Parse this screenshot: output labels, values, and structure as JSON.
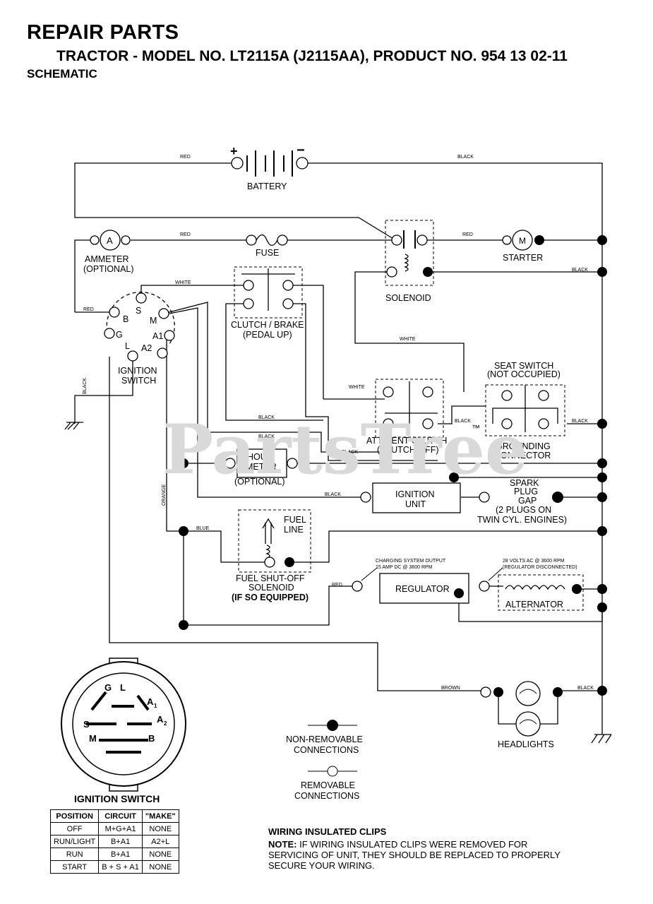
{
  "header": {
    "title": "REPAIR PARTS",
    "subtitle": "TRACTOR - MODEL NO. LT2115A (J2115AA), PRODUCT NO. 954 13 02-11",
    "section": "SCHEMATIC"
  },
  "watermark": "PartsTree",
  "watermark_tm": "™",
  "labels": {
    "battery": "BATTERY",
    "battery_plus": "+",
    "battery_minus": "−",
    "ammeter_1": "AMMETER",
    "ammeter_2": "(OPTIONAL)",
    "ammeter_symbol": "A",
    "fuse": "FUSE",
    "starter": "STARTER",
    "starter_symbol": "M",
    "solenoid": "SOLENOID",
    "ignition_switch_1": "IGNITION",
    "ignition_switch_2": "SWITCH",
    "clutch_1": "CLUTCH / BRAKE",
    "clutch_2": "(PEDAL UP)",
    "seat_1": "SEAT SWITCH",
    "seat_2": "(NOT OCCUPIED)",
    "grounding_1": "GROUNDING",
    "grounding_2": "CONNECTOR",
    "attment_1": "ATT'MENT CLUTCH",
    "attment_2": "(CLUTCH OFF)",
    "hour_1": "HOUR",
    "hour_2": "METER",
    "hour_3": "(OPTIONAL)",
    "ign_unit_1": "IGNITION",
    "ign_unit_2": "UNIT",
    "spark_1": "SPARK",
    "spark_2": "PLUG",
    "spark_3": "GAP",
    "spark_4": "(2 PLUGS ON",
    "spark_5": "TWIN CYL. ENGINES)",
    "fuel_line_1": "FUEL",
    "fuel_line_2": "LINE",
    "fuel_sol_1": "FUEL SHUT-OFF",
    "fuel_sol_2": "SOLENOID",
    "fuel_sol_3": "(IF SO EQUIPPED)",
    "regulator": "REGULATOR",
    "alternator": "ALTERNATOR",
    "headlights": "HEADLIGHTS",
    "charging_1": "CHARGING SYSTEM OUTPUT",
    "charging_2": "15 AMP DC @ 3600 RPM",
    "volts_1": "28 VOLTS AC @ 3600 RPM",
    "volts_2": "(REGULATOR DISCONNECTED)",
    "nonrem_1": "NON-REMOVABLE",
    "nonrem_2": "CONNECTIONS",
    "rem_1": "REMOVABLE",
    "rem_2": "CONNECTIONS"
  },
  "terminals": {
    "b": "B",
    "s": "S",
    "m": "M",
    "g": "G",
    "a1": "A1",
    "l": "L",
    "a2": "A2"
  },
  "switch_face": {
    "g": "G",
    "l": "L",
    "a1": "A",
    "a1_sub": "1",
    "s": "S",
    "a2": "A",
    "a2_sub": "2",
    "m": "M",
    "b": "B"
  },
  "wires": {
    "red": "RED",
    "black": "BLACK",
    "white": "WHITE",
    "orange": "ORANGE",
    "blue": "BLUE",
    "brown": "BROWN"
  },
  "ignition_table": {
    "title": "IGNITION SWITCH",
    "headers": [
      "POSITION",
      "CIRCUIT",
      "\"MAKE\""
    ],
    "rows": [
      [
        "OFF",
        "M+G+A1",
        "NONE"
      ],
      [
        "RUN/LIGHT",
        "B+A1",
        "A2+L"
      ],
      [
        "RUN",
        "B+A1",
        "NONE"
      ],
      [
        "START",
        "B + S + A1",
        "NONE"
      ]
    ]
  },
  "notes": {
    "clips_title": "WIRING INSULATED CLIPS",
    "note_label": "NOTE:",
    "note_text": "IF WIRING INSULATED CLIPS WERE REMOVED FOR SERVICING OF UNIT, THEY SHOULD BE REPLACED TO PROPERLY SECURE YOUR WIRING."
  }
}
